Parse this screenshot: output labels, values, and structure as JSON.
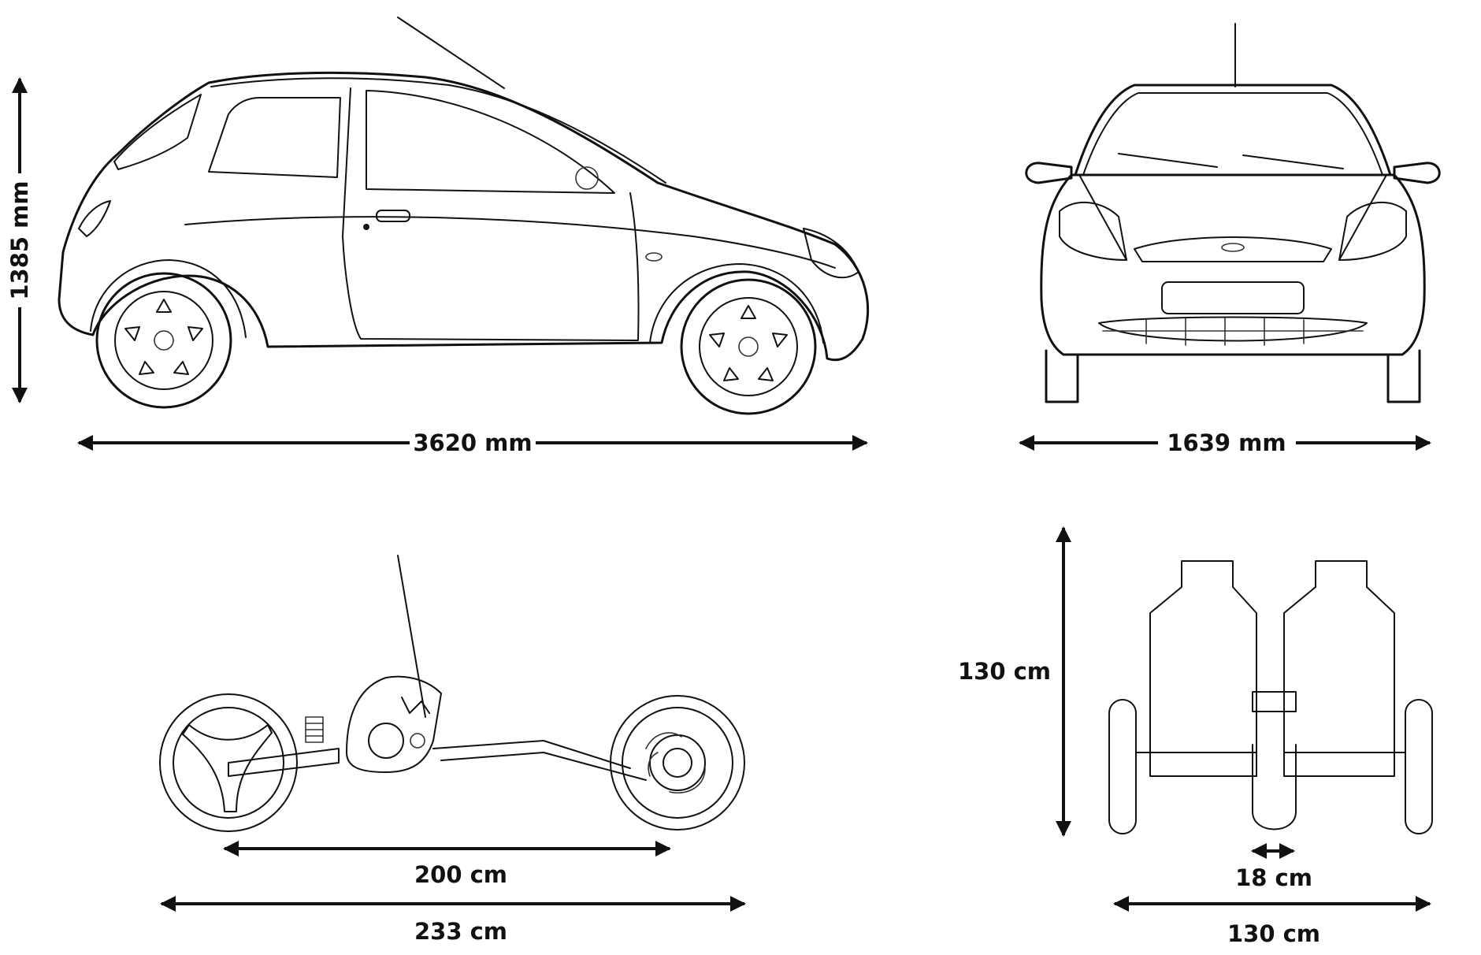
{
  "labels": {
    "car_height": "1385 mm",
    "car_length": "3620 mm",
    "car_width": "1639 mm",
    "trike_wheelbase": "200 cm",
    "trike_length": "233 cm",
    "trike_height": "130 cm",
    "trike_seat_gap": "18 cm",
    "trike_width": "130 cm"
  }
}
